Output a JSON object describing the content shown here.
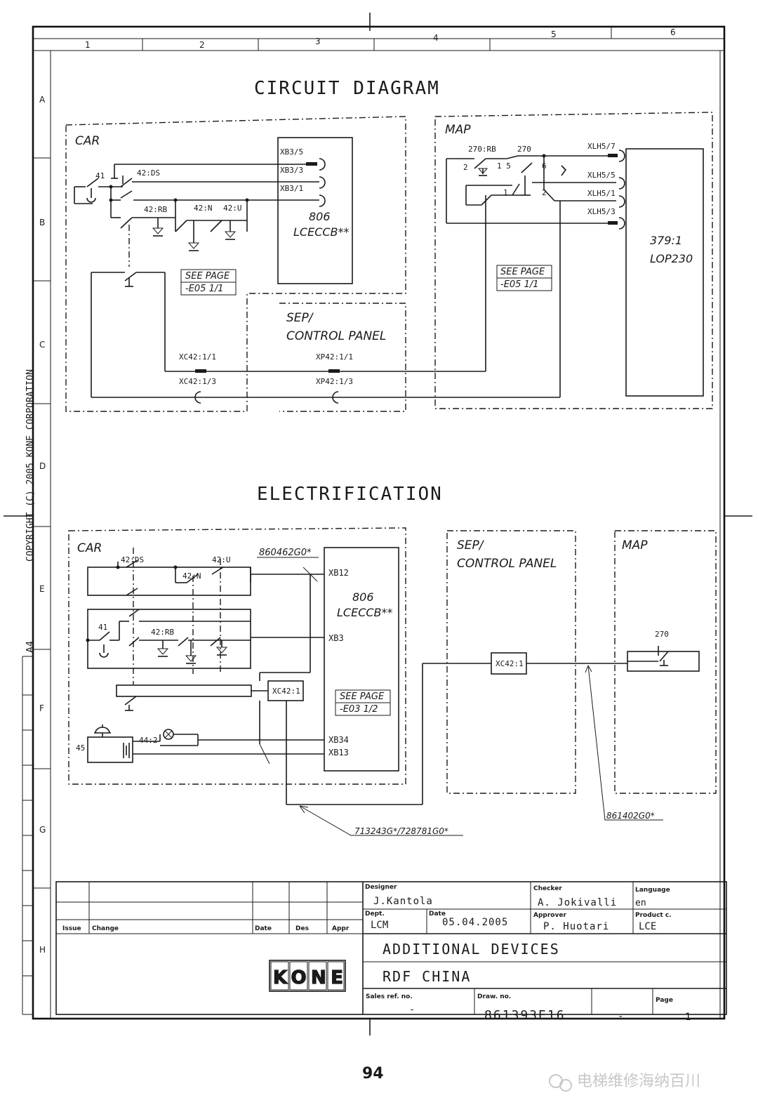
{
  "sheet": {
    "zones_top": [
      "1",
      "2",
      "3",
      "4",
      "5",
      "6"
    ],
    "zones_left": [
      "A",
      "B",
      "C",
      "D",
      "E",
      "F",
      "G",
      "H"
    ],
    "copyright": "COPYRIGHT (C) 2005 KONE CORPORATION",
    "paper_size": "A4",
    "page_number": "94"
  },
  "circuit": {
    "title": "CIRCUIT DIAGRAM",
    "car_label": "CAR",
    "map_label": "MAP",
    "sep_label_1": "SEP/",
    "sep_label_2": "CONTROL PANEL",
    "board_num": "806",
    "board_name": "LCECCB**",
    "lop_num": "379:1",
    "lop_name": "LOP230",
    "see1_a": "SEE PAGE",
    "see1_b": "-E05 1/1",
    "see2_a": "SEE PAGE",
    "see2_b": "-E05 1/1",
    "xb3_5": "XB3/5",
    "xb3_3": "XB3/3",
    "xb3_1": "XB3/1",
    "c41": "41",
    "c42ds": "42:DS",
    "c42rb": "42:RB",
    "c42n": "42:N",
    "c42u": "42:U",
    "c270rb": "270:RB",
    "c270": "270",
    "n2": "2",
    "n15": "1 5",
    "n6": "6",
    "n1": "1",
    "n2b": "2",
    "xlh57": "XLH5/7",
    "xlh55": "XLH5/5",
    "xlh51": "XLH5/1",
    "xlh53": "XLH5/3",
    "xc42_11": "XC42:1/1",
    "xc42_13": "XC42:1/3",
    "xp42_11": "XP42:1/1",
    "xp42_13": "XP42:1/3"
  },
  "electrification": {
    "title": "ELECTRIFICATION",
    "car_label": "CAR",
    "sep_label_1": "SEP/",
    "sep_label_2": "CONTROL PANEL",
    "map_label": "MAP",
    "e42ds": "42:DS",
    "e42u": "42:U",
    "e42n": "42:N",
    "e41": "41",
    "e42rb": "42:RB",
    "e44": "44:2",
    "e45": "45",
    "e270": "270",
    "cable1": "860462G0*",
    "cable2": "713243G*/728781G0*",
    "cable3": "861402G0*",
    "board_num": "806",
    "board_name": "LCECCB**",
    "xb12": "XB12",
    "xb3": "XB3",
    "xb34": "XB34",
    "xb13": "XB13",
    "xc42_car": "XC42:1",
    "xc42_sep": "XC42:1",
    "see_a": "SEE PAGE",
    "see_b": "-E03 1/2"
  },
  "title_block": {
    "issue": "Issue",
    "change": "Change",
    "date_h": "Date",
    "des_h": "Des",
    "appr_h": "Appr",
    "designer_h": "Designer",
    "designer": "J.Kantola",
    "checker_h": "Checker",
    "checker": "A. Jokivalli",
    "language_h": "Language",
    "language": "en",
    "dept_h": "Dept.",
    "dept": "LCM",
    "date2_h": "Date",
    "date": "05.04.2005",
    "approver_h": "Approver",
    "approver": "P. Huotari",
    "product_h": "Product c.",
    "product": "LCE",
    "logo": "KONE",
    "title1": "ADDITIONAL DEVICES",
    "title2": "RDF CHINA",
    "sales_h": "Sales ref. no.",
    "sales": "-",
    "draw_h": "Draw. no.",
    "draw": "861393E16",
    "rev": "-",
    "page_h": "Page",
    "page": "1"
  },
  "watermark": "电梯维修海纳百川"
}
